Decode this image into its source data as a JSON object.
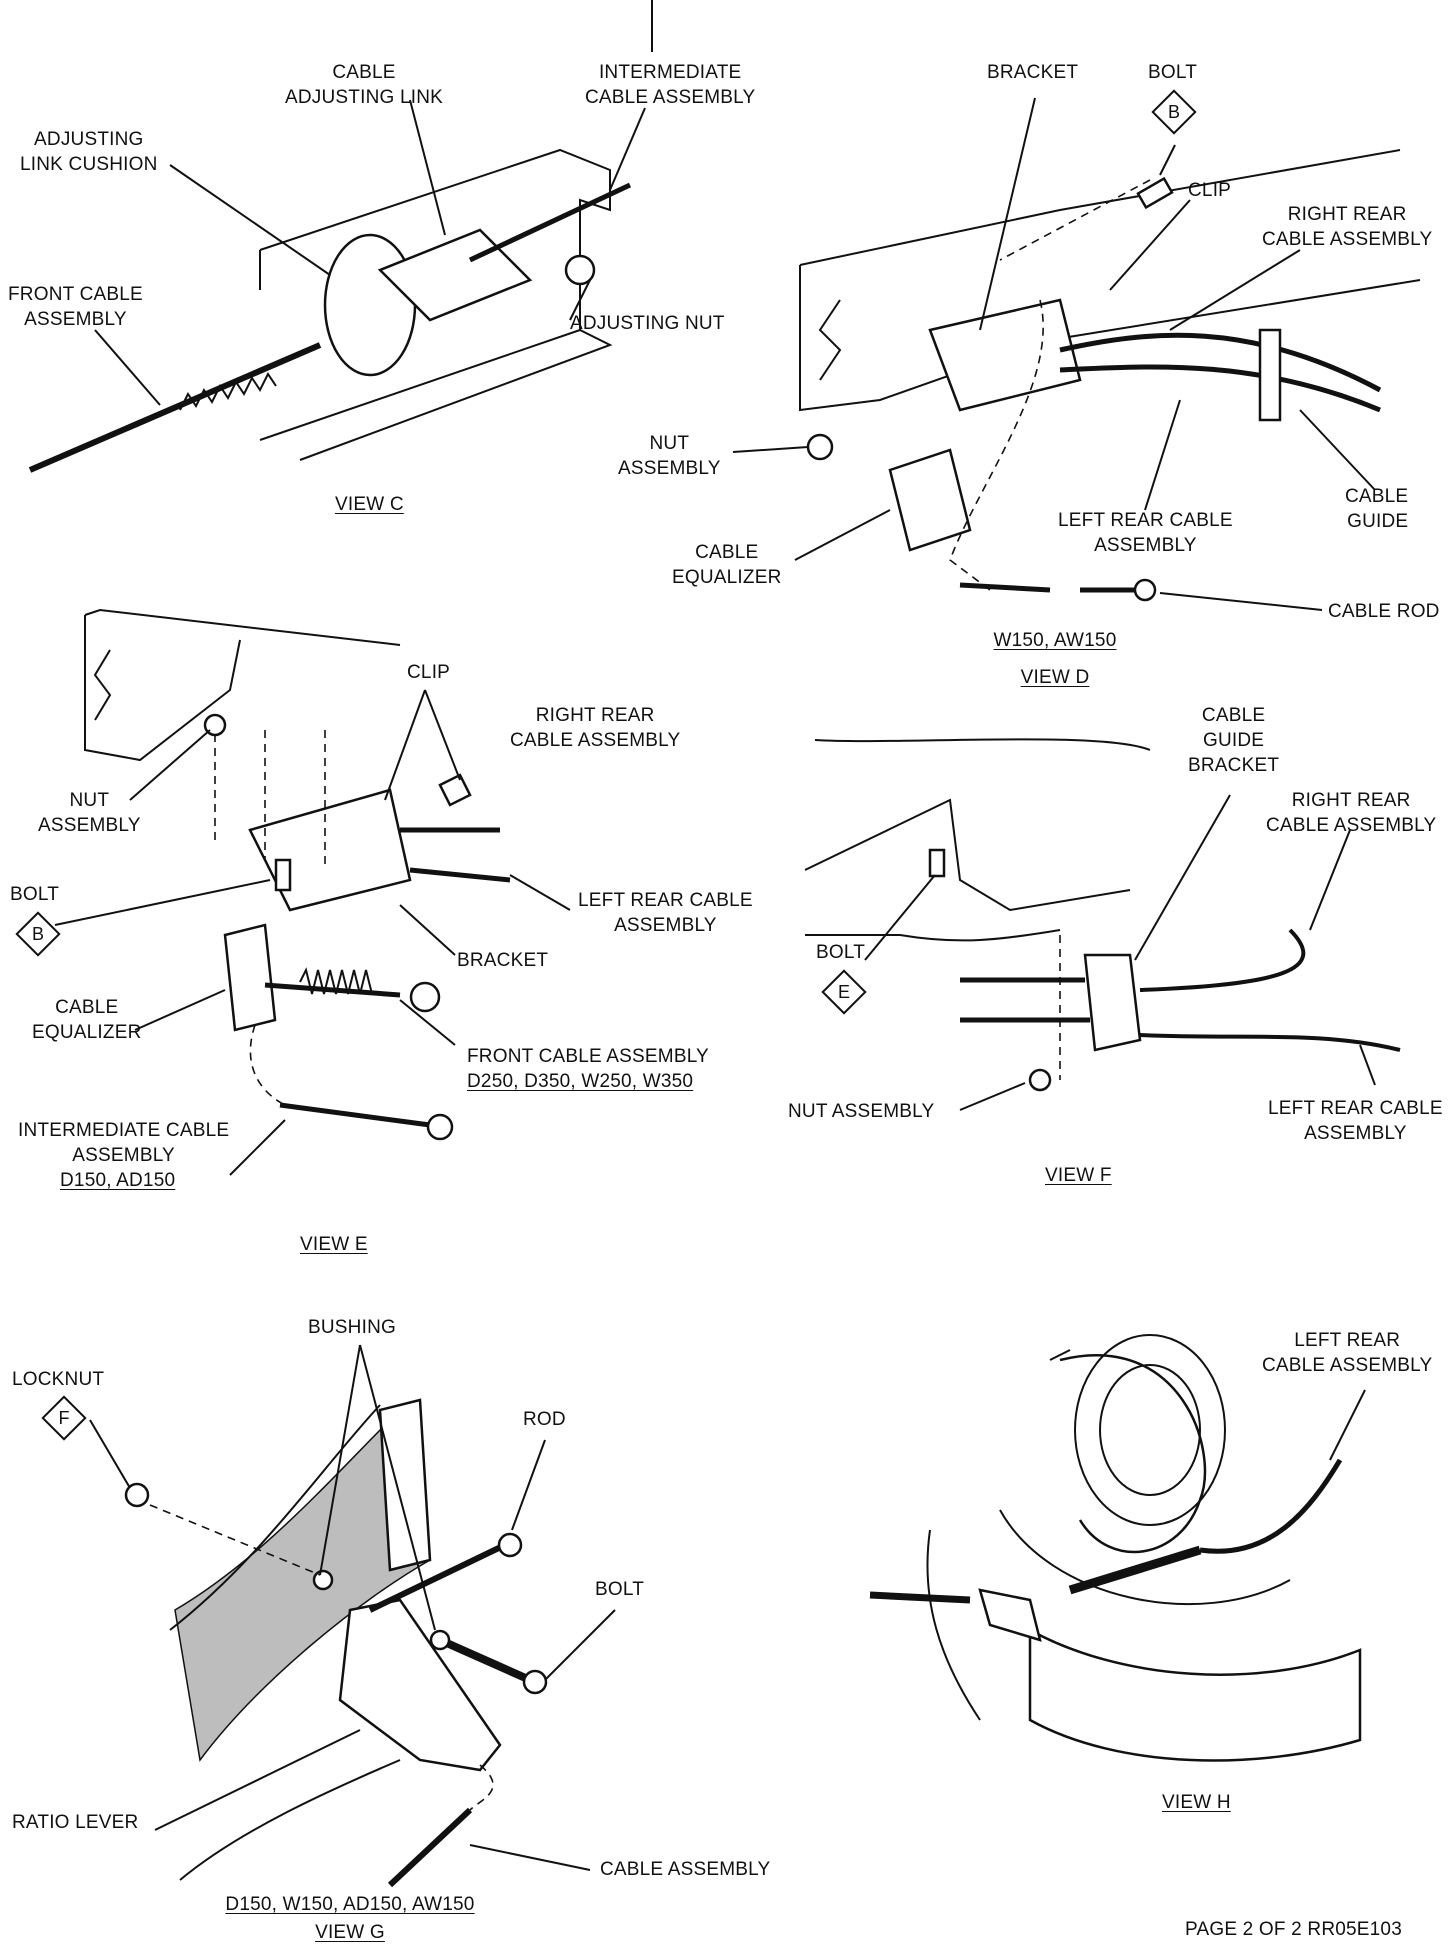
{
  "views": {
    "c": {
      "title": "VIEW C",
      "labels": {
        "cable_adjusting_link": [
          "CABLE",
          "ADJUSTING LINK"
        ],
        "intermediate_cable_assembly": [
          "INTERMEDIATE",
          "CABLE ASSEMBLY"
        ],
        "adjusting_link_cushion": [
          "ADJUSTING",
          "LINK CUSHION"
        ],
        "front_cable_assembly": [
          "FRONT CABLE",
          "ASSEMBLY"
        ],
        "adjusting_nut": "ADJUSTING NUT"
      }
    },
    "d": {
      "title": "VIEW D",
      "models": "W150, AW150",
      "labels": {
        "bracket": "BRACKET",
        "bolt": "BOLT",
        "bolt_code": "B",
        "clip": "CLIP",
        "right_rear_cable_assembly": [
          "RIGHT REAR",
          "CABLE ASSEMBLY"
        ],
        "nut_assembly": [
          "NUT",
          "ASSEMBLY"
        ],
        "cable_guide": [
          "CABLE",
          "GUIDE"
        ],
        "left_rear_cable_assembly": [
          "LEFT REAR CABLE",
          "ASSEMBLY"
        ],
        "cable_equalizer": [
          "CABLE",
          "EQUALIZER"
        ],
        "cable_rod": "CABLE ROD"
      }
    },
    "e": {
      "title": "VIEW E",
      "labels": {
        "clip": "CLIP",
        "right_rear_cable_assembly": [
          "RIGHT REAR",
          "CABLE ASSEMBLY"
        ],
        "nut_assembly": [
          "NUT",
          "ASSEMBLY"
        ],
        "bolt": "BOLT",
        "bolt_code": "B",
        "left_rear_cable_assembly": [
          "LEFT REAR CABLE",
          "ASSEMBLY"
        ],
        "bracket": "BRACKET",
        "cable_equalizer": [
          "CABLE",
          "EQUALIZER"
        ],
        "front_cable_assembly": "FRONT CABLE ASSEMBLY",
        "front_cable_models": "D250, D350, W250, W350",
        "intermediate_cable_assembly": [
          "INTERMEDIATE CABLE",
          "ASSEMBLY"
        ],
        "intermediate_cable_models": "D150, AD150"
      }
    },
    "f": {
      "title": "VIEW F",
      "labels": {
        "cable_guide_bracket": [
          "CABLE",
          "GUIDE",
          "BRACKET"
        ],
        "right_rear_cable_assembly": [
          "RIGHT REAR",
          "CABLE ASSEMBLY"
        ],
        "bolt": "BOLT",
        "bolt_code": "E",
        "nut_assembly": "NUT ASSEMBLY",
        "left_rear_cable_assembly": [
          "LEFT REAR CABLE",
          "ASSEMBLY"
        ]
      }
    },
    "g": {
      "title": "VIEW G",
      "models": "D150, W150, AD150, AW150",
      "labels": {
        "bushing": "BUSHING",
        "locknut": "LOCKNUT",
        "locknut_code": "F",
        "rod": "ROD",
        "bolt": "BOLT",
        "ratio_lever": "RATIO LEVER",
        "cable_assembly": "CABLE ASSEMBLY"
      }
    },
    "h": {
      "title": "VIEW H",
      "labels": {
        "left_rear_cable_assembly": [
          "LEFT REAR",
          "CABLE ASSEMBLY"
        ]
      }
    }
  },
  "footer": "PAGE 2 OF 2 RR05E103"
}
